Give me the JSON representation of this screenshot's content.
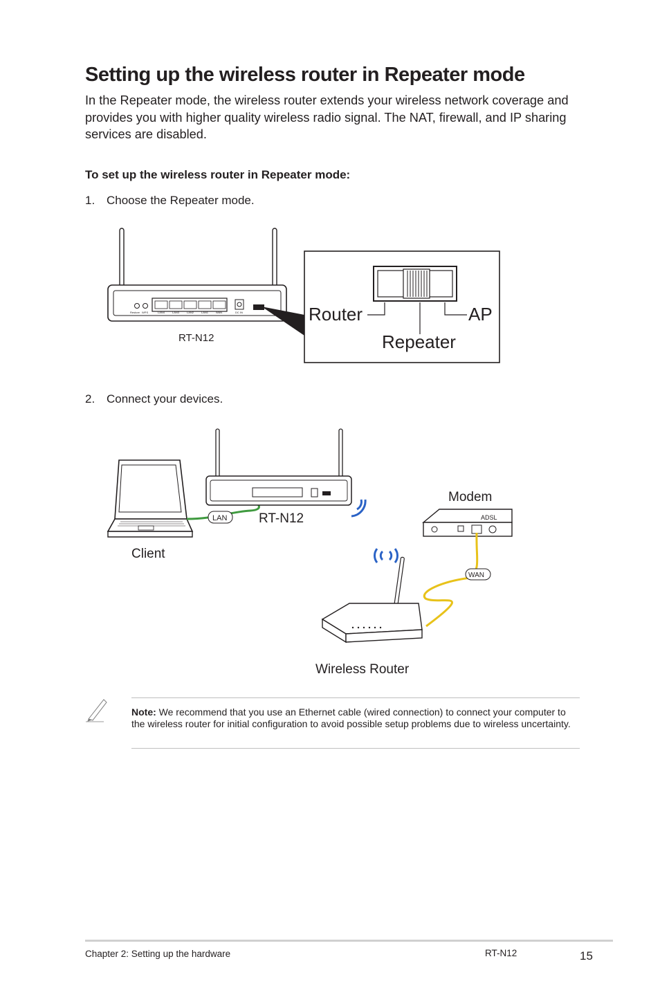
{
  "page": {
    "title": "Setting up the wireless router in Repeater mode",
    "intro": "In the Repeater mode, the wireless router extends your wireless network coverage and provides you with higher quality wireless radio signal. The NAT, firewall, and IP sharing services are disabled.",
    "steps_heading": "To set up the wireless router in Repeater mode:",
    "steps": [
      {
        "num": "1.",
        "text": "Choose the Repeater mode."
      },
      {
        "num": "2.",
        "text": "Connect your devices."
      }
    ]
  },
  "figure1": {
    "device_label": "RT-N12",
    "switch_labels": {
      "left": "Router",
      "right": "AP",
      "bottom": "Repeater"
    },
    "port_labels": [
      "Restore",
      "WPS",
      "LAN4",
      "LAN3",
      "LAN2",
      "LAN1",
      "WAN",
      "DC IN"
    ]
  },
  "figure2": {
    "client_label": "Client",
    "router_label": "RT-N12",
    "modem_label": "Modem",
    "wireless_router_label": "Wireless Router",
    "lan_tag": "LAN",
    "wan_tag": "WAN",
    "adsl_text": "ADSL"
  },
  "note": {
    "label": "Note:",
    "text": " We recommend that you use an Ethernet cable (wired connection) to connect your computer to the wireless router for initial configuration to avoid possible setup problems due to wireless uncertainty."
  },
  "footer": {
    "chapter": "Chapter 2: Setting up the hardware",
    "model": "RT-N12",
    "page_number": "15"
  },
  "colors": {
    "text": "#231f20",
    "lan_cable": "#3f9a3f",
    "wan_cable": "#e8c21a",
    "wifi_waves": "#2b63c6"
  }
}
